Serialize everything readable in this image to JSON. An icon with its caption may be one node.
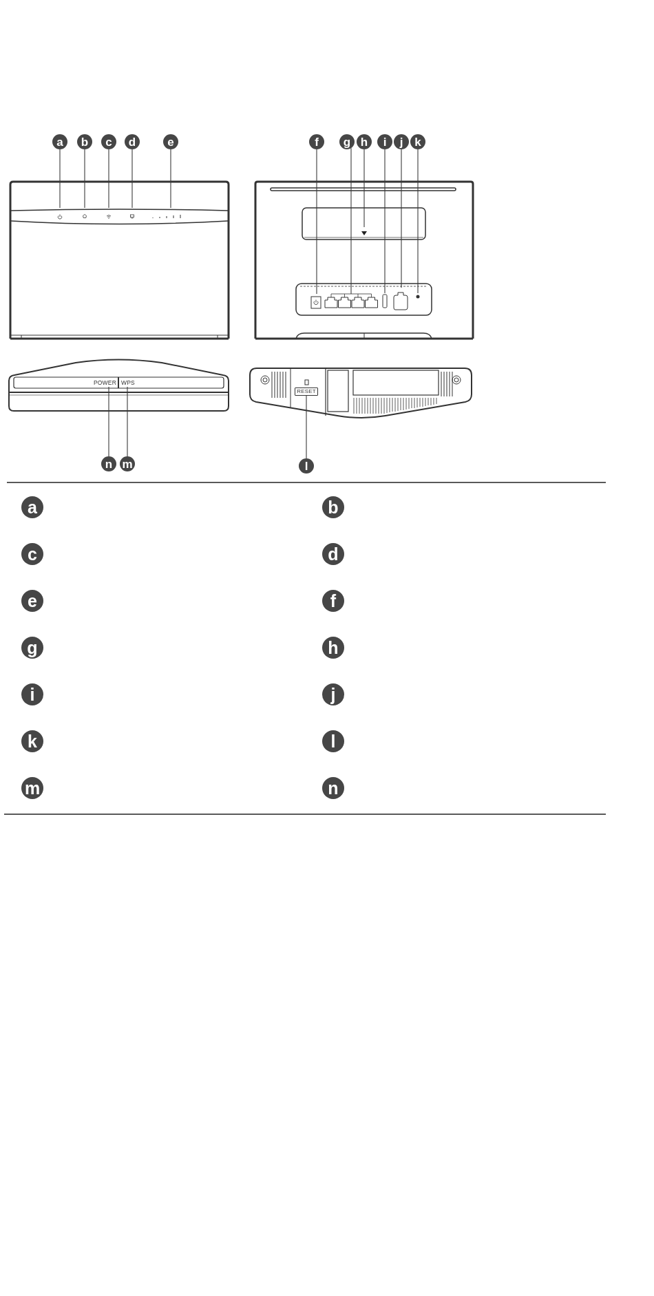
{
  "diagram": {
    "nodes": [
      {
        "text": [
          "a"
        ]
      },
      {
        "text": [
          "b"
        ]
      },
      {
        "text": [
          "c"
        ]
      },
      {
        "text": [
          "d"
        ]
      },
      {
        "text": [
          "e"
        ]
      },
      {
        "text": [
          "f"
        ]
      },
      {
        "text": [
          "g"
        ]
      },
      {
        "text": [
          "h"
        ]
      },
      {
        "text": [
          "i"
        ]
      },
      {
        "text": [
          "j"
        ]
      },
      {
        "text": [
          "k"
        ]
      },
      {
        "text": [
          "POWER"
        ]
      },
      {
        "text": [
          "WPS"
        ]
      },
      {
        "text": [
          "RESET"
        ]
      },
      {
        "text": [
          "n"
        ]
      },
      {
        "text": [
          "m"
        ]
      },
      {
        "text": [
          "l"
        ]
      }
    ],
    "edges": [
      {
        "from": 0,
        "to": null,
        "arrow": "none"
      },
      {
        "from": 1,
        "to": null,
        "arrow": "none"
      },
      {
        "from": 2,
        "to": null,
        "arrow": "none"
      },
      {
        "from": 3,
        "to": null,
        "arrow": "none"
      },
      {
        "from": 4,
        "to": null,
        "arrow": "none"
      },
      {
        "from": 5,
        "to": null,
        "arrow": "none"
      },
      {
        "from": 6,
        "to": null,
        "arrow": "none"
      },
      {
        "from": 7,
        "to": null,
        "arrow": "none"
      },
      {
        "from": 8,
        "to": null,
        "arrow": "none"
      },
      {
        "from": 9,
        "to": null,
        "arrow": "none"
      },
      {
        "from": 10,
        "to": null,
        "arrow": "none"
      },
      {
        "from": 14,
        "to": 11,
        "arrow": "none"
      },
      {
        "from": 15,
        "to": 12,
        "arrow": "none"
      },
      {
        "from": 16,
        "to": 13,
        "arrow": "none"
      }
    ],
    "labels": [
      "a",
      "b",
      "c",
      "d",
      "e",
      "f",
      "g",
      "h",
      "i",
      "j",
      "k",
      "l",
      "m",
      "n"
    ]
  }
}
